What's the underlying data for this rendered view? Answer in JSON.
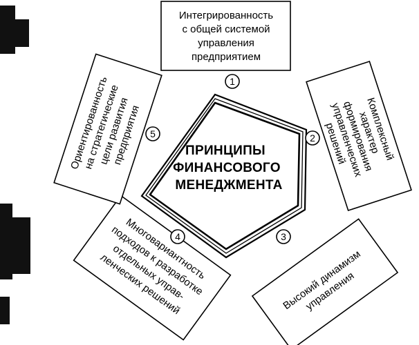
{
  "center": {
    "lines": [
      "ПРИНЦИПЫ",
      "ФИНАНСОВОГО",
      "МЕНЕДЖМЕНТА"
    ]
  },
  "principles": [
    {
      "number": "1",
      "lines": [
        "Интегрированность",
        "с общей системой",
        "управления",
        "предприятием"
      ]
    },
    {
      "number": "2",
      "lines": [
        "Комплексный",
        "характер",
        "формирования",
        "управленческих",
        "решений"
      ]
    },
    {
      "number": "3",
      "lines": [
        "Высокий динамизм",
        "управления"
      ]
    },
    {
      "number": "4",
      "lines": [
        "Многовариантность",
        "подходов к разработке",
        "отдельных управ-",
        "ленческих решений"
      ]
    },
    {
      "number": "5",
      "lines": [
        "Ориентированность",
        "на стратегические",
        "цели развития",
        "предприятия"
      ]
    }
  ]
}
